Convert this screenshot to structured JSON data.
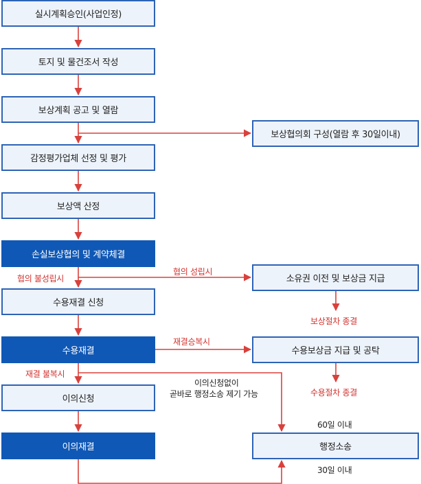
{
  "steps": {
    "s1": "실시계획승인(사업인정)",
    "s2": "토지 및 물건조서 작성",
    "s3": "보상계획 공고 및 열람",
    "s4": "감정평가업체 선정 및 평가",
    "s5": "보상액 산정",
    "s6": "손실보상협의 및 계약체결",
    "s7": "수용재결 신청",
    "s8": "수용재결",
    "s9": "이의신청",
    "s10": "이의재결"
  },
  "side_steps": {
    "r1": "보상협의회 구성(열람 후 30일이내)",
    "r2": "소유권 이전 및 보상금 지급",
    "r3": "수용보상금 지급 및 공탁",
    "r4": "행정소송"
  },
  "labels": {
    "agree": "협의 성립시",
    "disagree": "협의 불성립시",
    "ruling_accept": "재결승복시",
    "ruling_reject": "재결 불복시",
    "end1": "보상절차 종결",
    "end2": "수용절차 종결",
    "direct_suit_line1": "이의신청없이",
    "direct_suit_line2": "곧바로 행정소송 제기 가능",
    "within60": "60일 이내",
    "within30": "30일 이내"
  },
  "colors": {
    "node_fill": "#edf3fb",
    "node_border": "#2c63b5",
    "node_dark": "#1058b5",
    "arrow": "#d9413c",
    "label_red": "#d1322e"
  }
}
